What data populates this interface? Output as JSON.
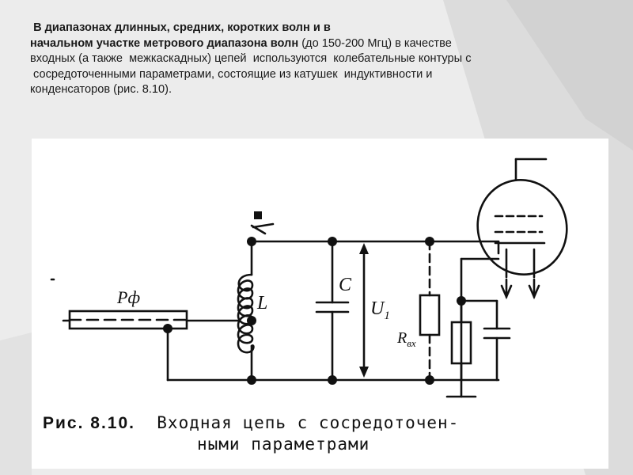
{
  "paragraph": {
    "line1_bold": "В диапазонах длинных, средних, коротких волн и в",
    "line2_bold": "начальном участке метрового диапазона волн",
    "line2_rest": " (до 150-200 Мгц) в качестве",
    "line3": "входных (а также  межкаскадных) цепей  используются  колебательные контуры с",
    "line4": " сосредоточенными параметрами, состоящие из катушек  индуктивности и",
    "line5": "конденсаторов (рис. 8.10)."
  },
  "figure": {
    "labels": {
      "feeder": "Рф",
      "inductor": "L",
      "capacitor": "C",
      "voltage": "U",
      "voltage_sub": "1",
      "resistor": "R",
      "resistor_sub": "вх"
    },
    "caption": {
      "fig_number": "Рис. 8.10.",
      "line1_text": "Входная цепь с сосредоточен-",
      "line2_text": "ными параметрами"
    }
  },
  "colors": {
    "background": "#ececec",
    "figure_background": "#ffffff",
    "ink": "#111111"
  }
}
